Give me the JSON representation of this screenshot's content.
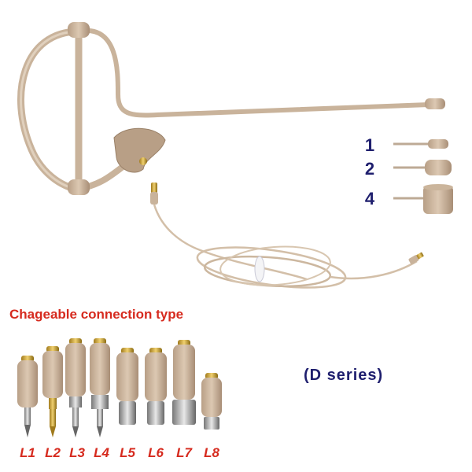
{
  "capsule_sizes": [
    {
      "label": "1"
    },
    {
      "label": "2"
    },
    {
      "label": "4"
    }
  ],
  "connection_title": "Chageable connection type",
  "series_label": "(D series)",
  "connectors": [
    {
      "label": "L1"
    },
    {
      "label": "L2"
    },
    {
      "label": "L3"
    },
    {
      "label": "L4"
    },
    {
      "label": "L5"
    },
    {
      "label": "L6"
    },
    {
      "label": "L7"
    },
    {
      "label": "L8"
    }
  ],
  "colors": {
    "beige": "#cdb8a0",
    "label_blue": "#1f1f6e",
    "label_red": "#d62a1e"
  }
}
